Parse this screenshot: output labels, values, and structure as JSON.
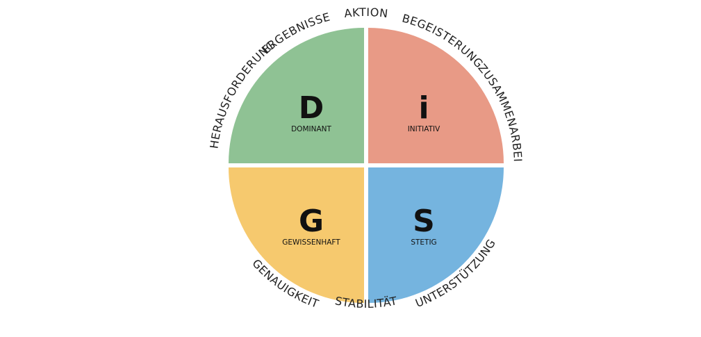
{
  "quadrants": [
    {
      "id": "d",
      "letter": "D",
      "label": "DOMINANT",
      "color": "#8fc294"
    },
    {
      "id": "i",
      "letter": "i",
      "label": "INITIATIV",
      "color": "#e89a86"
    },
    {
      "id": "g",
      "letter": "G",
      "label": "GEWISSENHAFT",
      "color": "#f6c96e"
    },
    {
      "id": "s",
      "letter": "S",
      "label": "STETIG",
      "color": "#75b4df"
    }
  ],
  "ring_labels": {
    "aktion": "AKTION",
    "ergebnisse": "ERGEBNISSE",
    "herausforderung": "HERAUSFORDERUNG",
    "genauigkeit": "GENAUIGKEIT",
    "stabilitaet": "STABILITÄT",
    "unterstuetzung": "UNTERSTÜTZUNG",
    "zusammenarbeit": "ZUSAMMENARBEIT",
    "begeisterung": "BEGEISTERUNG"
  }
}
